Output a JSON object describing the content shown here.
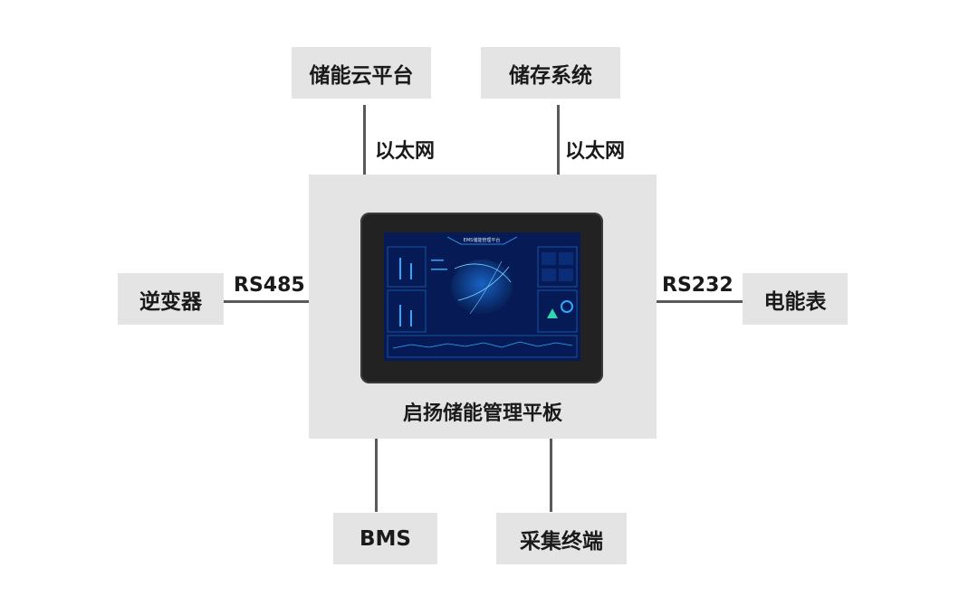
{
  "nodes": {
    "cloud_platform": "储能云平台",
    "storage_system": "储存系统",
    "inverter": "逆变器",
    "meter": "电能表",
    "bms": "BMS",
    "collection_terminal": "采集终端",
    "center_device": "启扬储能管理平板"
  },
  "connections": {
    "cloud_link": "以太网",
    "storage_link": "以太网",
    "inverter_link": "RS485",
    "meter_link": "RS232"
  },
  "screen": {
    "title": "EMS储能管理平台"
  },
  "colors": {
    "box": "#e4e4e4",
    "line": "#5a5a5a",
    "tablet_frame": "#222222",
    "screen_bg": "#061a56",
    "screen_accent": "#2fa8ff"
  }
}
